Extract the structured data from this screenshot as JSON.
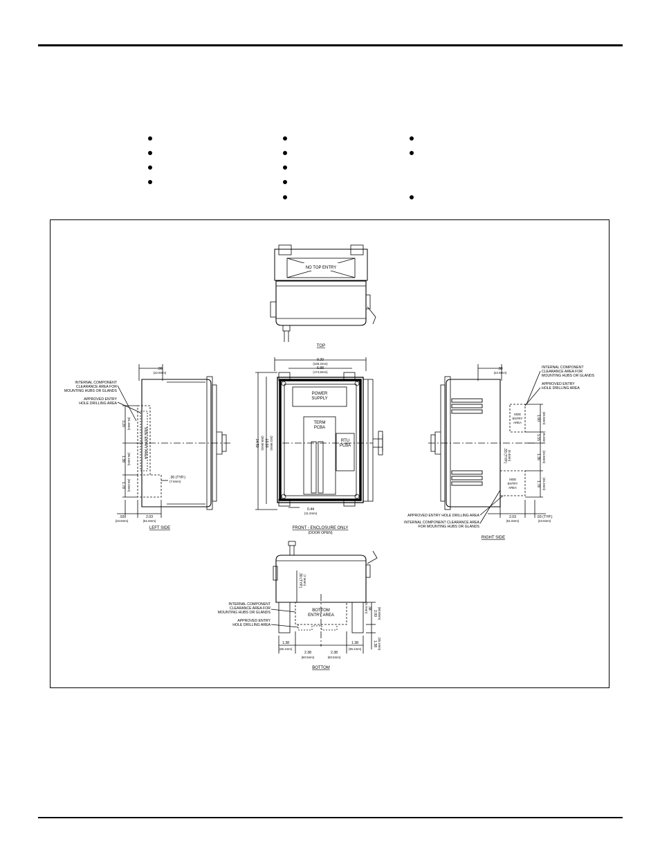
{
  "figure": {
    "views": {
      "top": "TOP",
      "front": "FRONT - ENCLOSURE ONLY",
      "front_sub": "(DOOR OPEN)",
      "left": "LEFT SIDE",
      "right": "RIGHT SIDE",
      "bottom": "BOTTOM"
    },
    "labels": {
      "no_top_entry": "NO TOP ENTRY",
      "power_supply_1": "POWER",
      "power_supply_2": "SUPPLY",
      "term_1": "TERM",
      "term_2": "PCBA",
      "rtu_1": "RTU",
      "rtu_2": "PCBA",
      "side_entry_1": "SIDE",
      "side_entry_2": "ENTRY",
      "side_entry_3": "AREA",
      "side_entry_left": "SIDE ENTRY AREA",
      "bottom_entry_1": "BOTTOM",
      "bottom_entry_2": "ENTRY AREA",
      "clearance_1": "INTERNAL COMPONENT",
      "clearance_2": "CLEARANCE AREA FOR",
      "clearance_3": "MOUNTING HUBS OR GLANDS",
      "approved_1": "APPROVED ENTRY",
      "approved_2": "HOLE DRILLING AREA",
      "right_approved": "APPROVED ENTRY HOLE DRILLING AREA",
      "right_clearance_1": "INTERNAL COMPONENT CLEARANCE AREA",
      "right_clearance_2": "FOR MOUNTING HUBS OR GLANDS"
    },
    "dims": {
      "w_930": "9.30",
      "w_930_mm": "(236.2mm)",
      "w_688": "6.88",
      "w_688_mm": "(174.8mm)",
      "h_1450": "14.50",
      "h_1450_mm": "(368.3mm)",
      "h_1350": "13.50",
      "h_1350_mm": "(342.9mm)",
      "d_044": "0.44",
      "d_044_mm": "(11.2mm)",
      "d_090": ".90",
      "d_090_mm": "(22.9mm)",
      "d_320": "3.20",
      "d_320_mm": "(81.3mm)",
      "d_138": "1.38",
      "d_138_mm": "(35.1mm)",
      "d_178": "1.78",
      "d_178_mm": "(45.2mm)",
      "d_093": ".93",
      "d_093_mm": "(23.6mm)",
      "d_203": "2.03",
      "d_203_mm": "(51.6mm)",
      "d_030": ".30 (TYP.)",
      "d_030_mm": "(7.6mm)",
      "d_160": "1.60",
      "d_160_mm": "(40.6mm)",
      "d_155": "1.55",
      "d_155_mm": "(39.4mm)",
      "d_136": "1.36",
      "d_136_mm": "(34.5mm)",
      "d_033": ".33 (TYP.)",
      "d_033_mm": "(8.4mm)",
      "d_093t": ".93 (TYP.)",
      "d_238": "2.38",
      "d_238_mm": "(60.5mm)",
      "d_138b": "1.38",
      "d_138b_mm": "(35.1mm)",
      "d_200": "2.00",
      "d_200_mm": "(50.8mm)",
      "d_038": ".38",
      "d_038_mm": "(9.7mm)"
    }
  }
}
